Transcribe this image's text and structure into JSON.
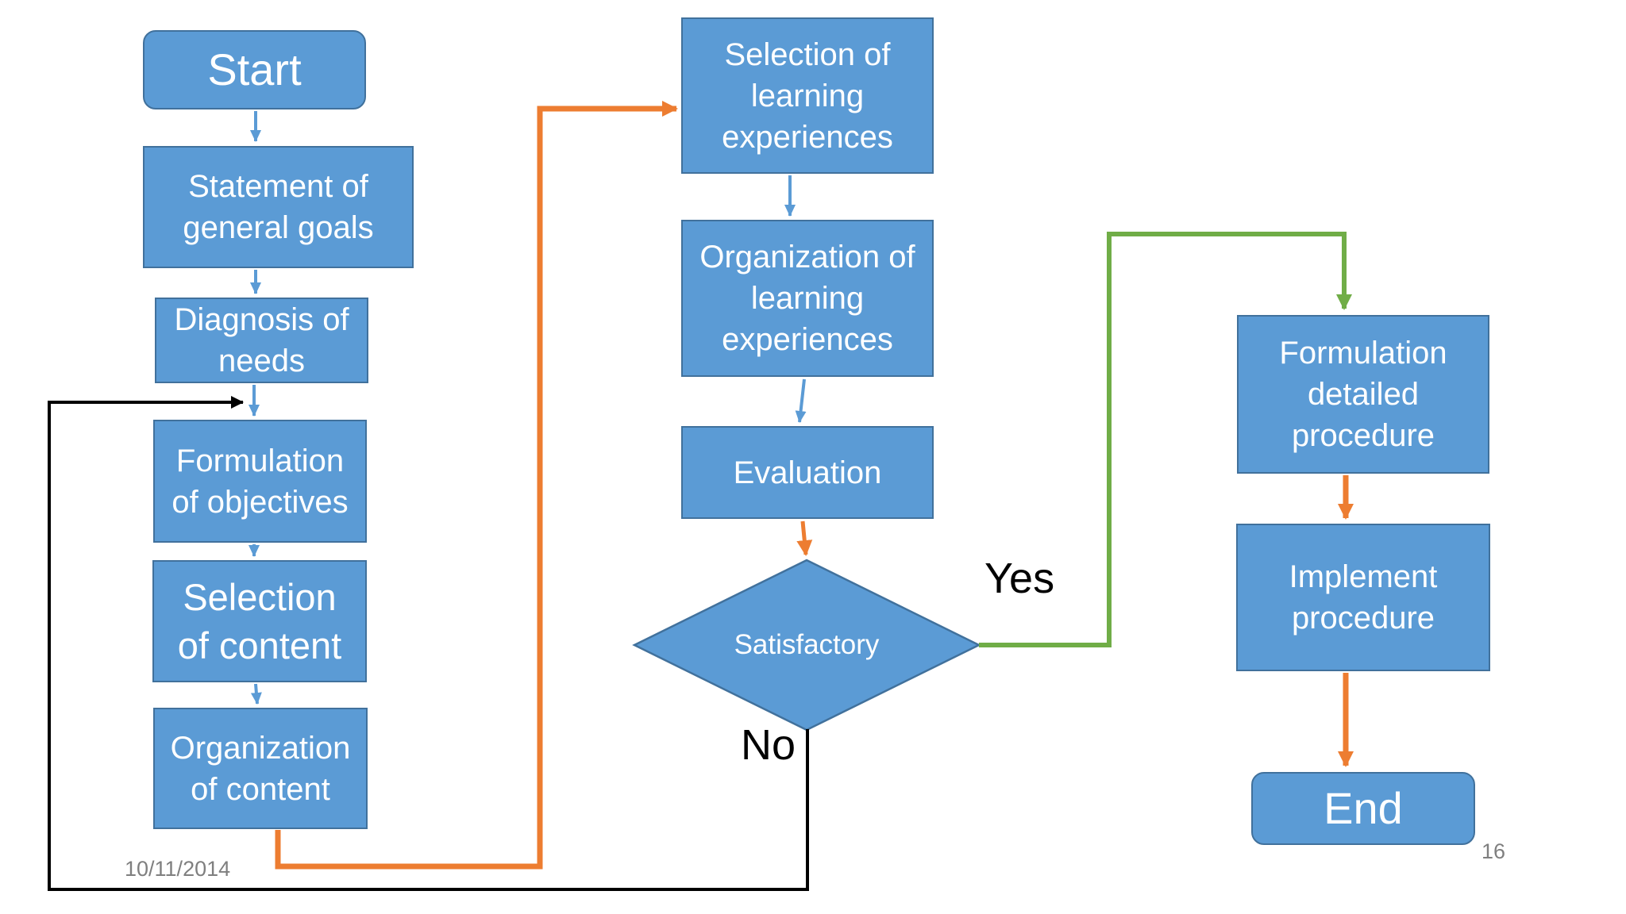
{
  "slide": {
    "date": "10/11/2014",
    "page_number": "16"
  },
  "colors": {
    "slide_background": "#ffffff",
    "box_fill": "#5b9bd5",
    "box_border": "#41719c",
    "box_text": "#ffffff",
    "arrow_blue": "#5b9bd5",
    "arrow_orange": "#ed7d31",
    "arrow_green": "#70ad47",
    "arrow_black": "#000000",
    "decision_label_text": "#000000",
    "footer_text": "#7f7f7f"
  },
  "nodes": {
    "start": {
      "label": "Start",
      "shape": "terminator"
    },
    "statement_general_goals": {
      "label": "Statement of general goals",
      "shape": "process"
    },
    "diagnosis_needs": {
      "label": "Diagnosis of needs",
      "shape": "process"
    },
    "formulation_objectives": {
      "label": "Formulation of objectives",
      "shape": "process"
    },
    "selection_content": {
      "label": "Selection of content",
      "shape": "process"
    },
    "organization_content": {
      "label": "Organization of content",
      "shape": "process"
    },
    "selection_learning_experiences": {
      "label": "Selection of learning experiences",
      "shape": "process"
    },
    "organization_learning_experiences": {
      "label": "Organization of learning experiences",
      "shape": "process"
    },
    "evaluation": {
      "label": "Evaluation",
      "shape": "process"
    },
    "satisfactory": {
      "label": "Satisfactory",
      "shape": "decision"
    },
    "formulation_detailed_procedure": {
      "label": "Formulation detailed procedure",
      "shape": "process"
    },
    "implement_procedure": {
      "label": "Implement procedure",
      "shape": "process"
    },
    "end": {
      "label": "End",
      "shape": "terminator"
    }
  },
  "edges": {
    "yes": {
      "label": "Yes",
      "from": "satisfactory",
      "to": "formulation_detailed_procedure",
      "color": "green"
    },
    "no": {
      "label": "No",
      "from": "satisfactory",
      "to": "formulation_objectives",
      "color": "black"
    },
    "flow": [
      {
        "from": "start",
        "to": "statement_general_goals",
        "color": "blue"
      },
      {
        "from": "statement_general_goals",
        "to": "diagnosis_needs",
        "color": "blue"
      },
      {
        "from": "diagnosis_needs",
        "to": "formulation_objectives",
        "color": "blue"
      },
      {
        "from": "formulation_objectives",
        "to": "selection_content",
        "color": "blue"
      },
      {
        "from": "selection_content",
        "to": "organization_content",
        "color": "blue"
      },
      {
        "from": "organization_content",
        "to": "selection_learning_experiences",
        "color": "orange"
      },
      {
        "from": "selection_learning_experiences",
        "to": "organization_learning_experiences",
        "color": "blue"
      },
      {
        "from": "organization_learning_experiences",
        "to": "evaluation",
        "color": "blue"
      },
      {
        "from": "evaluation",
        "to": "satisfactory",
        "color": "orange"
      },
      {
        "from": "formulation_detailed_procedure",
        "to": "implement_procedure",
        "color": "orange"
      },
      {
        "from": "implement_procedure",
        "to": "end",
        "color": "orange"
      }
    ]
  }
}
